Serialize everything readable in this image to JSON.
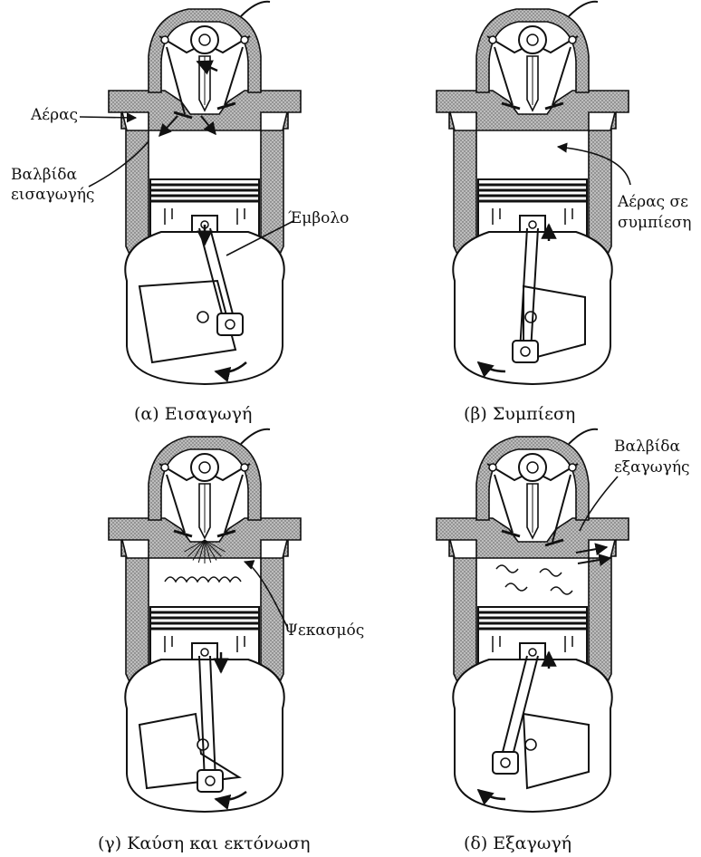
{
  "panels": [
    {
      "id": "a",
      "caption": "(α) Εισαγωγή"
    },
    {
      "id": "b",
      "caption": "(β) Συμπίεση"
    },
    {
      "id": "c",
      "caption": "(γ) Καύση και εκτόνωση"
    },
    {
      "id": "d",
      "caption": "(δ) Εξαγωγή"
    }
  ],
  "labels": {
    "air": "Αέρας",
    "intake_valve_line1": "Βαλβίδα",
    "intake_valve_line2": "εισαγωγής",
    "piston": "Έμβολο",
    "compressed_air_line1": "Αέρας σε",
    "compressed_air_line2": "συμπίεση",
    "injection": "Ψεκασμός",
    "exhaust_valve_line1": "Βαλβίδα",
    "exhaust_valve_line2": "εξαγωγής"
  },
  "colors": {
    "ink": "#111111",
    "housing_fill": "#a9a9a9",
    "paper": "#ffffff"
  }
}
